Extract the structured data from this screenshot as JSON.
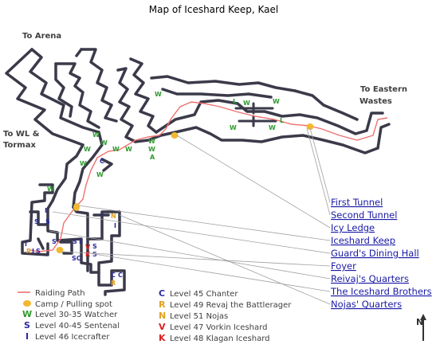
{
  "title": "Map of Iceshard Keep, Kael",
  "regions": {
    "arena": "To Arena",
    "eastern": [
      "To Eastern",
      "Wastes"
    ],
    "wl": [
      "To WL &",
      "Tormax"
    ]
  },
  "locations": [
    "First Tunnel",
    "Second Tunnel",
    "Icy Ledge",
    "Iceshard Keep",
    "Guard's Dining Hall",
    "Foyer",
    "Reivaj's Quarters",
    "The Iceshard Brothers",
    "Nojas' Quarters"
  ],
  "legend_left": [
    {
      "mark": "",
      "label": "Raiding Path",
      "color": "#f07070"
    },
    {
      "mark": "",
      "label": "Camp / Pulling spot",
      "color": "#f2b830"
    },
    {
      "mark": "W",
      "label": "Level 30-35 Watcher",
      "color": "#2e9a2e"
    },
    {
      "mark": "S",
      "label": "Level 40-45 Sentenal",
      "color": "#2a2aa0"
    },
    {
      "mark": "I",
      "label": "Level 46 Icecrafter",
      "color": "#2a2aa0"
    }
  ],
  "legend_right": [
    {
      "mark": "C",
      "label": "Level 45 Chanter",
      "color": "#2a2aa0"
    },
    {
      "mark": "R",
      "label": "Level 49 Revaj the Battlerager",
      "color": "#e2a020"
    },
    {
      "mark": "N",
      "label": "Level 51 Nojas",
      "color": "#e2a020"
    },
    {
      "mark": "V",
      "label": "Level 47 Vorkin Iceshard",
      "color": "#dd2020"
    },
    {
      "mark": "K",
      "label": "Level 48 Klagan Iceshard",
      "color": "#dd2020"
    }
  ],
  "compass": "N",
  "colors": {
    "walls": "#3a3a4a",
    "path": "#f07070",
    "camp": "#f2b830",
    "link": "#1a1aa6",
    "leader": "#a0a0a0"
  }
}
